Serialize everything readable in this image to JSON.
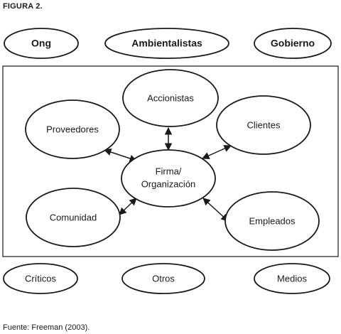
{
  "figure_label": "FIGURA 2.",
  "source_note": "Fuente: Freeman (2003).",
  "outer_top": [
    {
      "id": "ong",
      "label": "Ong"
    },
    {
      "id": "ambientalistas",
      "label": "Ambientalistas"
    },
    {
      "id": "gobierno",
      "label": "Gobierno"
    }
  ],
  "center": {
    "id": "firma",
    "lines": [
      "Firma/",
      "Organización"
    ]
  },
  "inner": [
    {
      "id": "accionistas",
      "label": "Accionistas"
    },
    {
      "id": "clientes",
      "label": "Clientes"
    },
    {
      "id": "proveedores",
      "label": "Proveedores"
    },
    {
      "id": "comunidad",
      "label": "Comunidad"
    },
    {
      "id": "empleados",
      "label": "Empleados"
    }
  ],
  "outer_bottom": [
    {
      "id": "criticos",
      "label": "Críticos"
    },
    {
      "id": "otros",
      "label": "Otros"
    },
    {
      "id": "medios",
      "label": "Medios"
    }
  ],
  "links": [
    {
      "from": "firma",
      "to": "accionistas",
      "arrows": "both"
    },
    {
      "from": "firma",
      "to": "clientes",
      "arrows": "both"
    },
    {
      "from": "firma",
      "to": "proveedores",
      "arrows": "both"
    },
    {
      "from": "firma",
      "to": "comunidad",
      "arrows": "both"
    },
    {
      "from": "firma",
      "to": "empleados",
      "arrows": "both"
    }
  ]
}
